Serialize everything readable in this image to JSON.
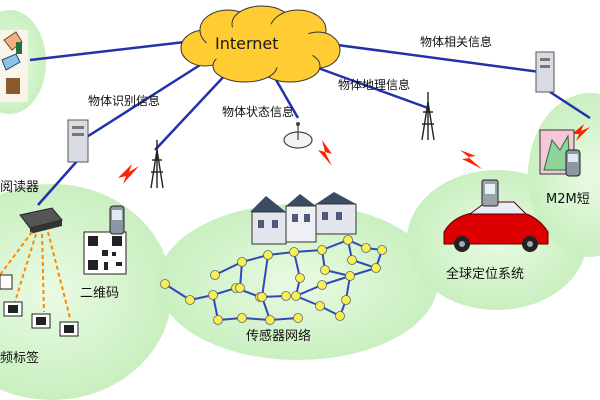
{
  "cloud_label": "Internet",
  "links": {
    "object_related_info": "物体相关信息",
    "object_identification_info": "物体识别信息",
    "object_state_info": "物体状态信息",
    "object_geo_info": "物体地理信息"
  },
  "nodes": {
    "reader": "阅读器",
    "qr_code": "二维码",
    "rfid_tag": "频标签",
    "sensor_network": "传感器网络",
    "gps_system": "全球定位系统",
    "m2m": "M2M短"
  },
  "colors": {
    "cloud": "#ffcc33",
    "link_line": "#2233aa",
    "field_green": "#d9f5d0",
    "lightning": "#ff2200",
    "sensor_node": "#f6f055",
    "rfid_link": "#ff8800",
    "car": "#dd0000"
  }
}
